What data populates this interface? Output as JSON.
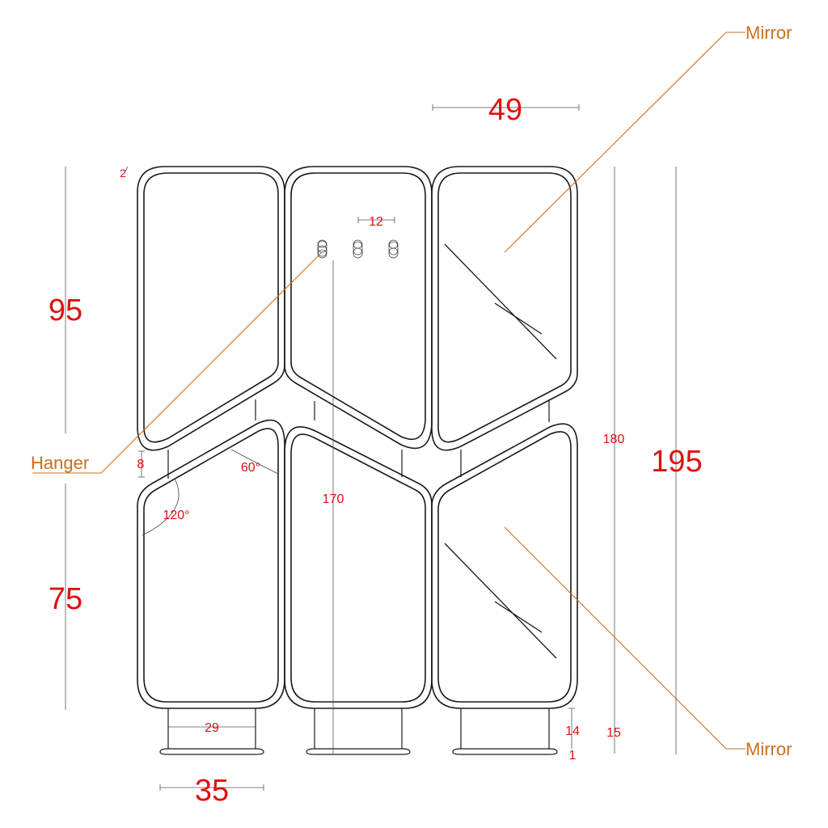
{
  "callouts": {
    "mirror_top": "Mirror",
    "mirror_bottom": "Mirror",
    "hanger": "Hanger"
  },
  "dimensions": {
    "total_height": "195",
    "panel_height": "180",
    "top_height": "95",
    "bottom_height": "75",
    "gap": "8",
    "corner_offset": "2",
    "panel_width": "49",
    "base_width": "35",
    "leg_width": "29",
    "hook_spacing": "12",
    "hook_height": "170",
    "leg_height": "15",
    "leg_inner": "14",
    "base_thickness": "1"
  },
  "angles": {
    "upper": "60°",
    "lower": "120°"
  },
  "colors": {
    "dimension": "#e01010",
    "callout": "#c8701e",
    "outline": "#1a1a1a"
  }
}
